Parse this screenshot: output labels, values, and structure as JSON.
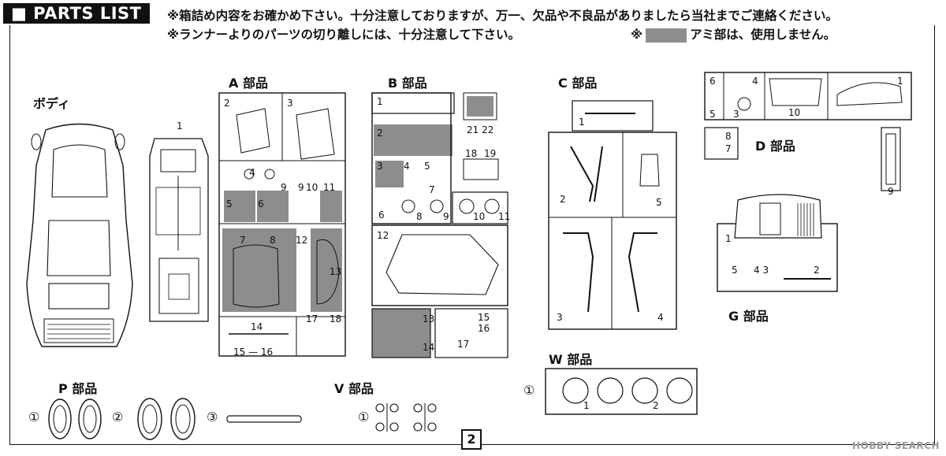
{
  "header": {
    "title": "■ PARTS LIST",
    "notice_1": "※箱詰め内容をお確かめ下さい。十分注意しておりますが、万一、欠品や不良品がありましたら当社までご連絡ください。",
    "notice_2": "※ランナーよりのパーツの切り離しには、十分注意して下さい。",
    "notice_3_prefix": "※",
    "notice_3_suffix": "アミ部は、使用しません。"
  },
  "sections": {
    "body": "ボディ",
    "a": "A 部品",
    "b": "B 部品",
    "c": "C 部品",
    "d": "D 部品",
    "g": "G 部品",
    "w": "W 部品",
    "p": "P 部品",
    "v": "V 部品"
  },
  "labels": {
    "chassis_1": "1",
    "a": [
      "2",
      "3",
      "4",
      "5",
      "6",
      "7",
      "8",
      "9",
      "9",
      "10",
      "11",
      "12",
      "13",
      "14",
      "15 — 16",
      "17",
      "18"
    ],
    "b": [
      "1",
      "2",
      "21 22",
      "18",
      "19",
      "3",
      "4",
      "5",
      "7",
      "6",
      "8",
      "9",
      "10",
      "11",
      "12",
      "13",
      "14",
      "15",
      "16",
      "17"
    ],
    "c": [
      "1",
      "2",
      "5",
      "3",
      "4"
    ],
    "d": [
      "6",
      "4",
      "5",
      "3",
      "10",
      "1",
      "8",
      "7",
      "9"
    ],
    "g": [
      "1",
      "5",
      "4 3",
      "2"
    ],
    "w": [
      "①",
      "1",
      "2"
    ],
    "p": [
      "①",
      "②",
      "③"
    ],
    "v": [
      "①"
    ]
  },
  "footer": {
    "page": "2",
    "watermark": "HOBBY SEARCH"
  },
  "colors": {
    "ink": "#111111",
    "unused_gray": "#8d8d8d"
  }
}
